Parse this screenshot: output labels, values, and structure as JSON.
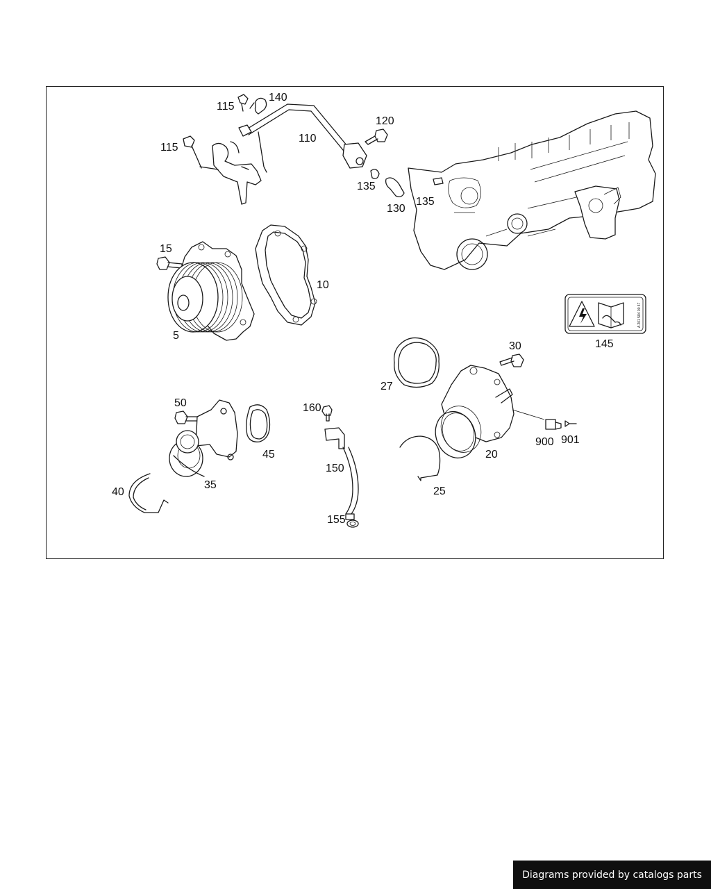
{
  "diagram": {
    "callouts": {
      "c5": "5",
      "c10": "10",
      "c15": "15",
      "c20": "20",
      "c25": "25",
      "c27": "27",
      "c30": "30",
      "c35": "35",
      "c40": "40",
      "c45": "45",
      "c50": "50",
      "c110": "110",
      "c115a": "115",
      "c115b": "115",
      "c120": "120",
      "c130": "130",
      "c135a": "135",
      "c135b": "135",
      "c140": "140",
      "c145": "145",
      "c150": "150",
      "c155": "155",
      "c160": "160",
      "c900": "900",
      "c901": "901"
    },
    "label_145_code": "A 201 584 00 47"
  },
  "footer": {
    "credit": "Diagrams provided by catalogs parts"
  }
}
